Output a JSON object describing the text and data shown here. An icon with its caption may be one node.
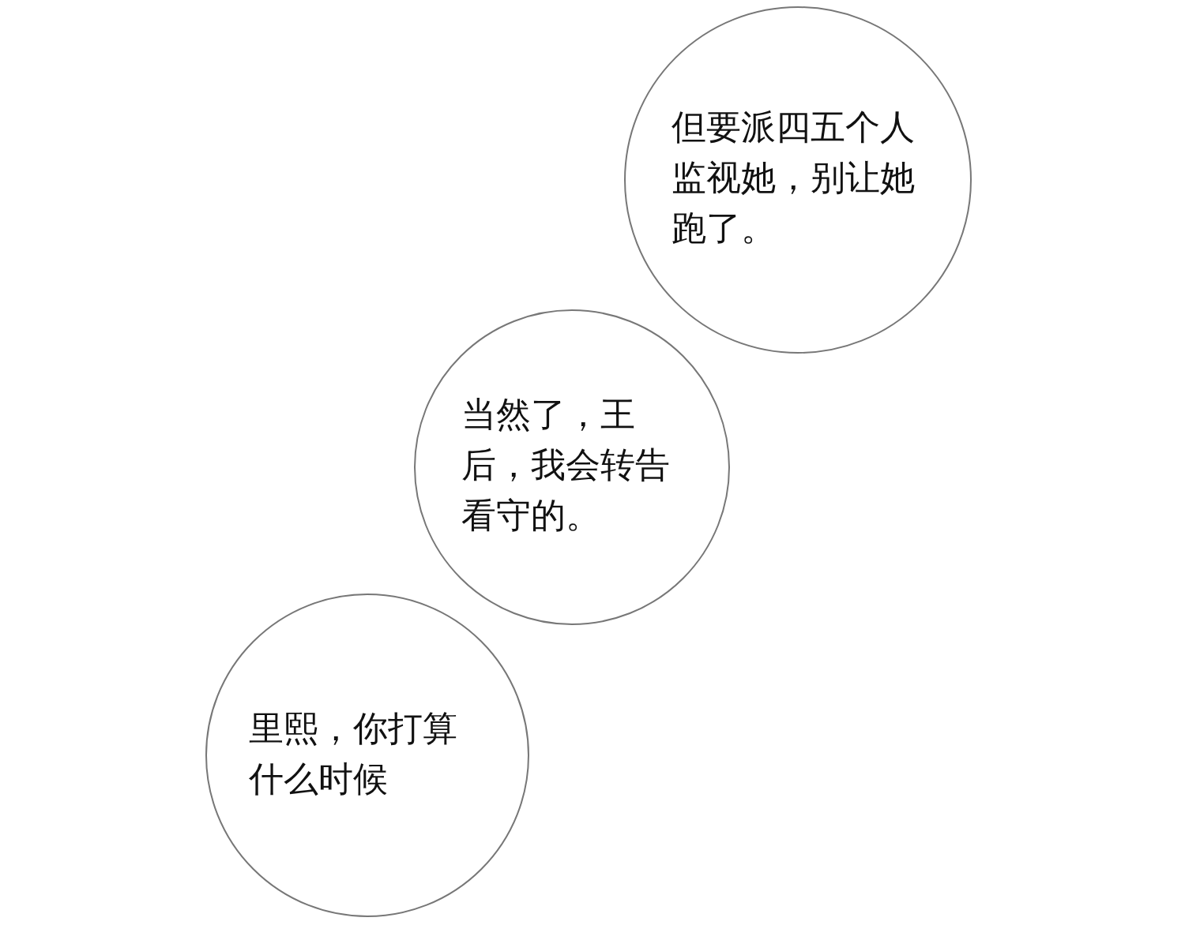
{
  "diagram": {
    "nodes": [
      {
        "text": [
          "但要派四五个人监视她，别让她跑了。"
        ]
      },
      {
        "text": [
          "当然了，王后，我会转告看守的。"
        ]
      },
      {
        "text": [
          "里熙，你打算什么时候"
        ]
      }
    ]
  }
}
